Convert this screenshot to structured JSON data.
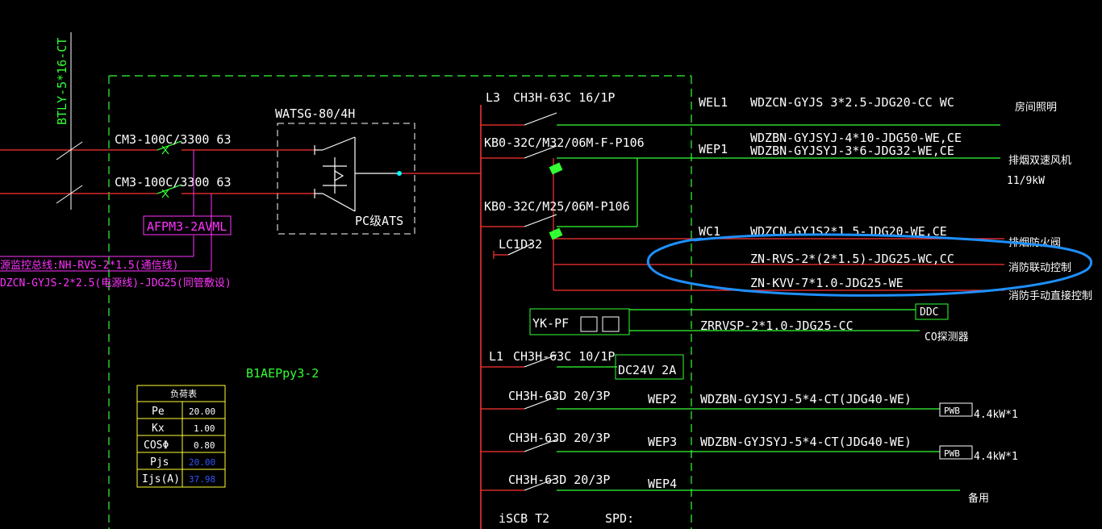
{
  "colors": {
    "background": "#000000",
    "green": "#33ff33",
    "red": "#ff3333",
    "white": "#ffffff",
    "magenta": "#ff33ff",
    "yellow": "#ffff33",
    "blue_annotation": "#1e90ff",
    "cyan": "#00ffff"
  },
  "top_left": {
    "vertical_label": "BTLY-5*16-CT"
  },
  "incoming": {
    "breaker1": "CM3-100C/3300 63",
    "breaker2": "CM3-100C/3300 63",
    "monitor_module": "AFPM3-2AVML",
    "comm_line": "源监控总线:NH-RVS-2*1.5(通信线)",
    "power_line": "DZCN-GYJS-2*2.5(电源线)-JDG25(同管敷设)"
  },
  "ats": {
    "model": "WATSG-80/4H",
    "type_label": "PC级ATS"
  },
  "panel": {
    "name": "B1AEPpy3-2"
  },
  "load_table": {
    "title": "负荷表",
    "rows": [
      {
        "k": "Pe",
        "v": "20.00"
      },
      {
        "k": "Kx",
        "v": "1.00"
      },
      {
        "k": "COSΦ",
        "v": "0.80"
      },
      {
        "k": "Pjs",
        "v": "20.00"
      },
      {
        "k": "Ijs(A)",
        "v": "37.98"
      }
    ]
  },
  "circuits": {
    "c1": {
      "phase": "L3",
      "breaker": "CH3H-63C 16/1P",
      "id": "WEL1",
      "cable": "WDZCN-GYJS 3*2.5-JDG20-CC WC",
      "load": "房间照明"
    },
    "c2": {
      "breaker": "KB0-32C/M32/06M-F-P106",
      "id": "WEP1",
      "cable1": "WDZBN-GYJSYJ-4*10-JDG50-WE,CE",
      "cable2": "WDZBN-GYJSYJ-3*6-JDG32-WE,CE",
      "load": "排烟双速风机",
      "power": "11/9kW"
    },
    "c3": {
      "breaker": "KB0-32C/M25/06M-P106",
      "relay": "LC1D32",
      "id": "WC1",
      "cable": "WDZCN-GYJS2*1.5-JDG20-WE,CE",
      "load": "排烟防火阀"
    },
    "c4": {
      "cable": "ZN-RVS-2*(2*1.5)-JDG25-WC,CC",
      "load": "消防联动控制"
    },
    "c5": {
      "cable": "ZN-KVV-7*1.0-JDG25-WE",
      "load": "消防手动直接控制"
    },
    "c6": {
      "controller": "YK-PF",
      "ddc": "DDC",
      "cable": "ZRRVSP-2*1.0-JDG25-CC",
      "load": "CO探测器"
    },
    "c7": {
      "phase": "L1",
      "breaker": "CH3H-63C 10/1P",
      "supply": "DC24V 2A"
    },
    "c8": {
      "breaker": "CH3H-63D 20/3P",
      "id": "WEP2",
      "cable": "WDZBN-GYJSYJ-5*4-CT(JDG40-WE)",
      "tag": "PWB",
      "power": "4.4kW*1"
    },
    "c9": {
      "breaker": "CH3H-63D 20/3P",
      "id": "WEP3",
      "cable": "WDZBN-GYJSYJ-5*4-CT(JDG40-WE)",
      "tag": "PWB",
      "power": "4.4kW*1"
    },
    "c10": {
      "breaker": "CH3H-63D 20/3P",
      "id": "WEP4",
      "load": "备用"
    },
    "c11": {
      "breaker": "iSCB T2",
      "spd": "SPD:"
    }
  }
}
